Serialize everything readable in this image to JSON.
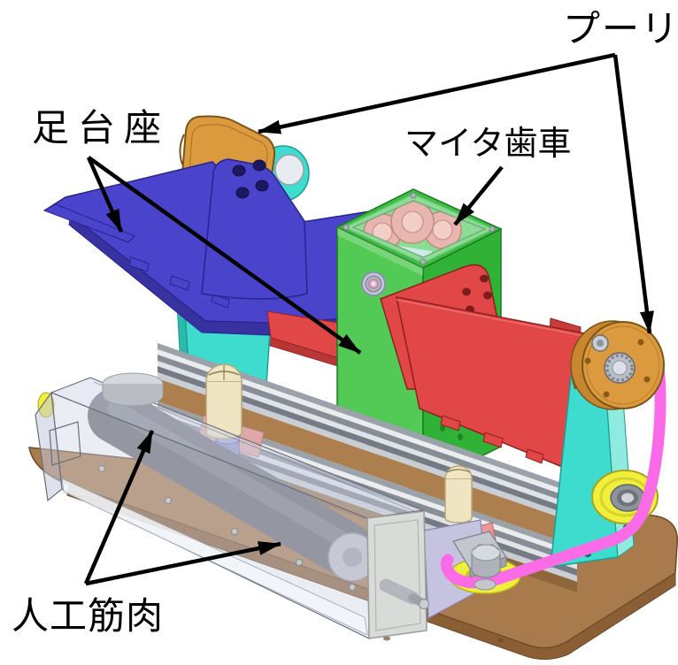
{
  "figure": {
    "kind": "annotated-cad-render",
    "background": "#ffffff"
  },
  "annotations": {
    "pulley": {
      "label": "プーリ"
    },
    "foot_base": {
      "label": "足台座"
    },
    "miter_gear": {
      "label": "マイタ歯車"
    },
    "artificial_muscle": {
      "label": "人工筋肉"
    }
  },
  "palette": {
    "annotation_black": "#000000",
    "base_wood_top": "#A97A4C",
    "base_wood_edge": "#8A5F35",
    "plate_blue": "#4A43CC",
    "support_teal": "#3EDCCE",
    "gearbox_green": "#3FC244",
    "plate_red": "#E14747",
    "pulley_orange": "#DC9A3F",
    "cable_magenta": "#FB6BE8",
    "pulley_yellow": "#F0EF3B",
    "gear_pink": "#E9B6AF",
    "post_cream": "#EFE5C2",
    "rail_silver": "#C9CDD4",
    "rail_wood": "#AD7E4E",
    "muscle_gray": "#6A6A70",
    "housing_glass": "#D0D5E7"
  }
}
